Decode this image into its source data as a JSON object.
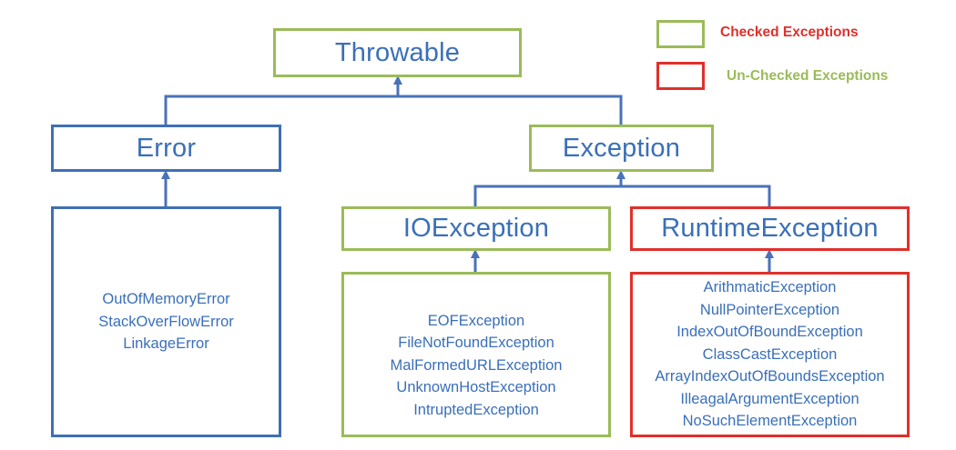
{
  "legend": {
    "checked": {
      "label": "Checked Exceptions",
      "swatch_color": "#9bbb59",
      "text_color": "#e0302b"
    },
    "unchecked": {
      "label": "Un-Checked Exceptions",
      "swatch_color": "#e0302b",
      "text_color": "#9bbb59"
    }
  },
  "nodes": {
    "throwable": {
      "label": "Throwable",
      "border_color": "#9bbb59"
    },
    "error": {
      "label": "Error",
      "border_color": "#3f6fb5"
    },
    "exception": {
      "label": "Exception",
      "border_color": "#9bbb59"
    },
    "ioexception": {
      "label": "IOException",
      "border_color": "#9bbb59"
    },
    "runtimeexception": {
      "label": "RuntimeException",
      "border_color": "#e0302b"
    }
  },
  "lists": {
    "errors": [
      "OutOfMemoryError",
      "StackOverFlowError",
      "LinkageError"
    ],
    "io_exceptions": [
      "EOFException",
      "FileNotFoundException",
      "MalFormedURLException",
      "UnknownHostException",
      "IntruptedException"
    ],
    "runtime_exceptions": [
      "ArithmaticException",
      "NullPointerException",
      "IndexOutOfBoundException",
      "ClassCastException",
      "ArrayIndexOutOfBoundsException",
      "IlleagalArgumentException",
      "NoSuchElementException"
    ]
  },
  "colors": {
    "text": "#3a6fb8",
    "connector": "#4a72b8"
  }
}
